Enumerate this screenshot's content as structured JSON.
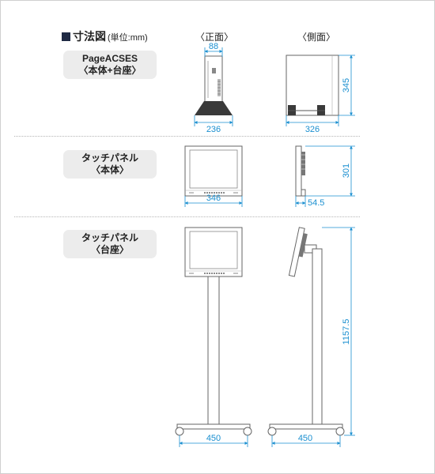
{
  "header": {
    "title": "寸法図",
    "unit": "(単位:mm)",
    "front_label": "〈正面〉",
    "side_label": "〈側面〉"
  },
  "sections": [
    {
      "line1": "PageACSES",
      "line2": "〈本体+台座〉"
    },
    {
      "line1": "タッチパネル",
      "line2": "〈本体〉"
    },
    {
      "line1": "タッチパネル",
      "line2": "〈台座〉"
    }
  ],
  "dimensions": {
    "pc_front_depth": "88",
    "pc_front_width": "236",
    "pc_side_height": "345",
    "pc_side_width": "326",
    "panel_front_width": "346",
    "panel_side_height": "301",
    "panel_side_depth": "54.5",
    "stand_height": "1157.5",
    "stand_front_width": "450",
    "stand_side_width": "450"
  },
  "colors": {
    "dimension": "#1a8fd0",
    "drawing": "#555555",
    "label_bg": "#ececec"
  }
}
